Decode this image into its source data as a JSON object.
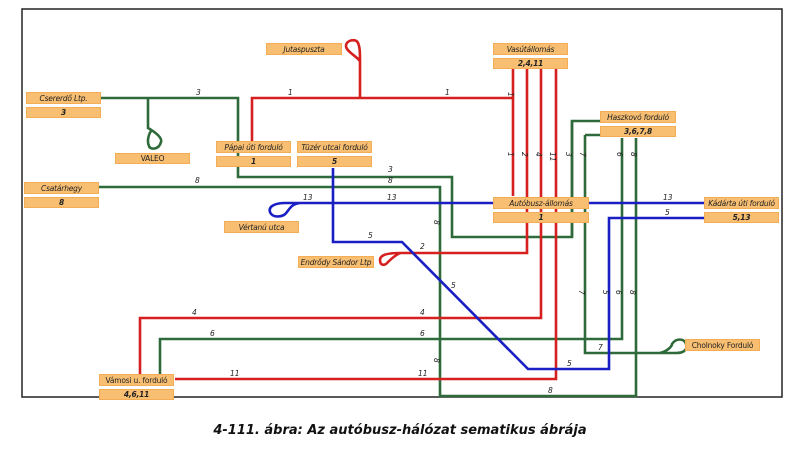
{
  "caption": "4-111. ábra: Az autóbusz-hálózat sematikus ábrája",
  "colors": {
    "red_line": "#d61f1f",
    "green_line": "#2f6b3a",
    "blue_line": "#1a1fc4",
    "box_fill": "#f8bf72",
    "frame": "#111111"
  },
  "stops": {
    "jutaspuszta": {
      "name": "Jutaspuszta"
    },
    "vasutallomas": {
      "name": "Vasútállomás",
      "routes": "2,4,11"
    },
    "cserero": {
      "name": "Csererdő Ltp.",
      "routes": "3"
    },
    "valeo": {
      "name": "VALEO"
    },
    "papai": {
      "name": "Pápai úti forduló",
      "routes": "1"
    },
    "tuzer": {
      "name": "Tüzér utcai forduló",
      "routes": "5"
    },
    "haszkovo": {
      "name": "Haszkovó forduló",
      "routes": "3,6,7,8"
    },
    "csatarhegy": {
      "name": "Csatárhegy",
      "routes": "8"
    },
    "autobusz": {
      "name": "Autóbusz-állomás",
      "routes": "1"
    },
    "kadarta": {
      "name": "Kádárta úti forduló",
      "routes": "5,13"
    },
    "vertanu": {
      "name": "Vértanú utca"
    },
    "endrody": {
      "name": "Endrődy Sándor Ltp"
    },
    "cholnoky": {
      "name": "Cholnoky Forduló"
    },
    "vamosi": {
      "name": "Vámosi u. forduló",
      "routes": "4,6,11"
    }
  },
  "route_labels": {
    "r1_top_left": "1",
    "r1_top_right": "1",
    "r1_vert_upper": "1",
    "r1_vert": "1",
    "r2_vert": "2",
    "r4_vert": "4",
    "r11_vert": "11",
    "r3_vert": "3",
    "r7_vert": "7",
    "r6_vert": "6",
    "r8_vert": "8",
    "r3_top": "3",
    "r3_mid": "3",
    "r8_left": "8",
    "r8_mid": "8",
    "r13_left": "13",
    "r13_mid": "13",
    "r13_right": "13",
    "r5_top": "5",
    "r5_right": "5",
    "r5_diag": "5",
    "r5_bottom": "5",
    "r5_vert": "5",
    "r2_bottom": "2",
    "r8_vert_left": "8",
    "r8_vert_left2": "8",
    "r4_left": "4",
    "r4_right": "4",
    "r6_left": "6",
    "r6_right": "6",
    "r11_left": "11",
    "r11_right": "11",
    "r7_vert2": "7",
    "r6_vert2": "6",
    "r8_vert2": "8",
    "r7_bottom": "7",
    "r8_bottom": "8"
  }
}
